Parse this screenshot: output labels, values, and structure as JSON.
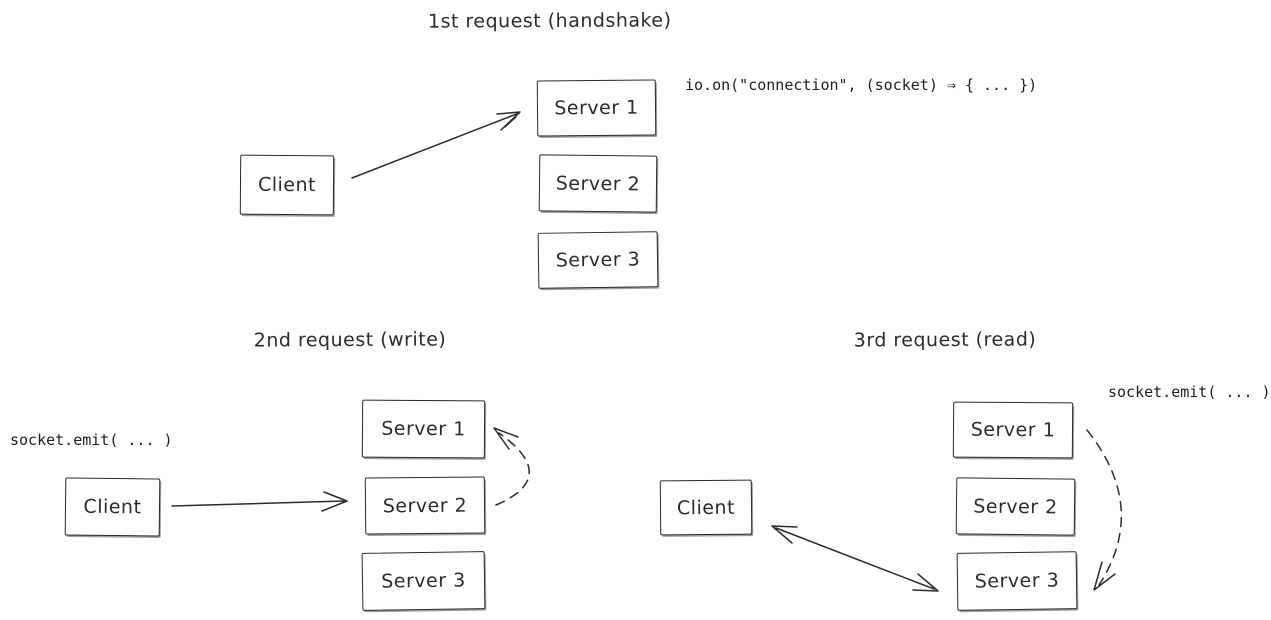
{
  "theme": {
    "ink": "#2b2b2b",
    "background": "#ffffff"
  },
  "sections": [
    {
      "title": "1st request (handshake)",
      "code": "io.on(\"connection\", (socket) ⇒ { ... })",
      "client": "Client",
      "servers": [
        "Server 1",
        "Server 2",
        "Server 3"
      ]
    },
    {
      "title": "2nd request (write)",
      "code": "socket.emit( ... )",
      "client": "Client",
      "servers": [
        "Server 1",
        "Server 2",
        "Server 3"
      ]
    },
    {
      "title": "3rd request (read)",
      "code": "socket.emit( ... )",
      "client": "Client",
      "servers": [
        "Server 1",
        "Server 2",
        "Server 3"
      ]
    }
  ],
  "arrows": [
    {
      "name": "handshake-client-to-server1",
      "style": "solid",
      "from": "Client",
      "to": "Server 1"
    },
    {
      "name": "write-client-to-server2",
      "style": "solid",
      "from": "Client",
      "to": "Server 2"
    },
    {
      "name": "write-server2-to-server1",
      "style": "dashed",
      "from": "Server 2",
      "to": "Server 1"
    },
    {
      "name": "read-server3-client",
      "style": "solid-double",
      "from": "Server 3",
      "to": "Client"
    },
    {
      "name": "read-server1-to-server3",
      "style": "dashed",
      "from": "Server 1",
      "to": "Server 3"
    }
  ]
}
